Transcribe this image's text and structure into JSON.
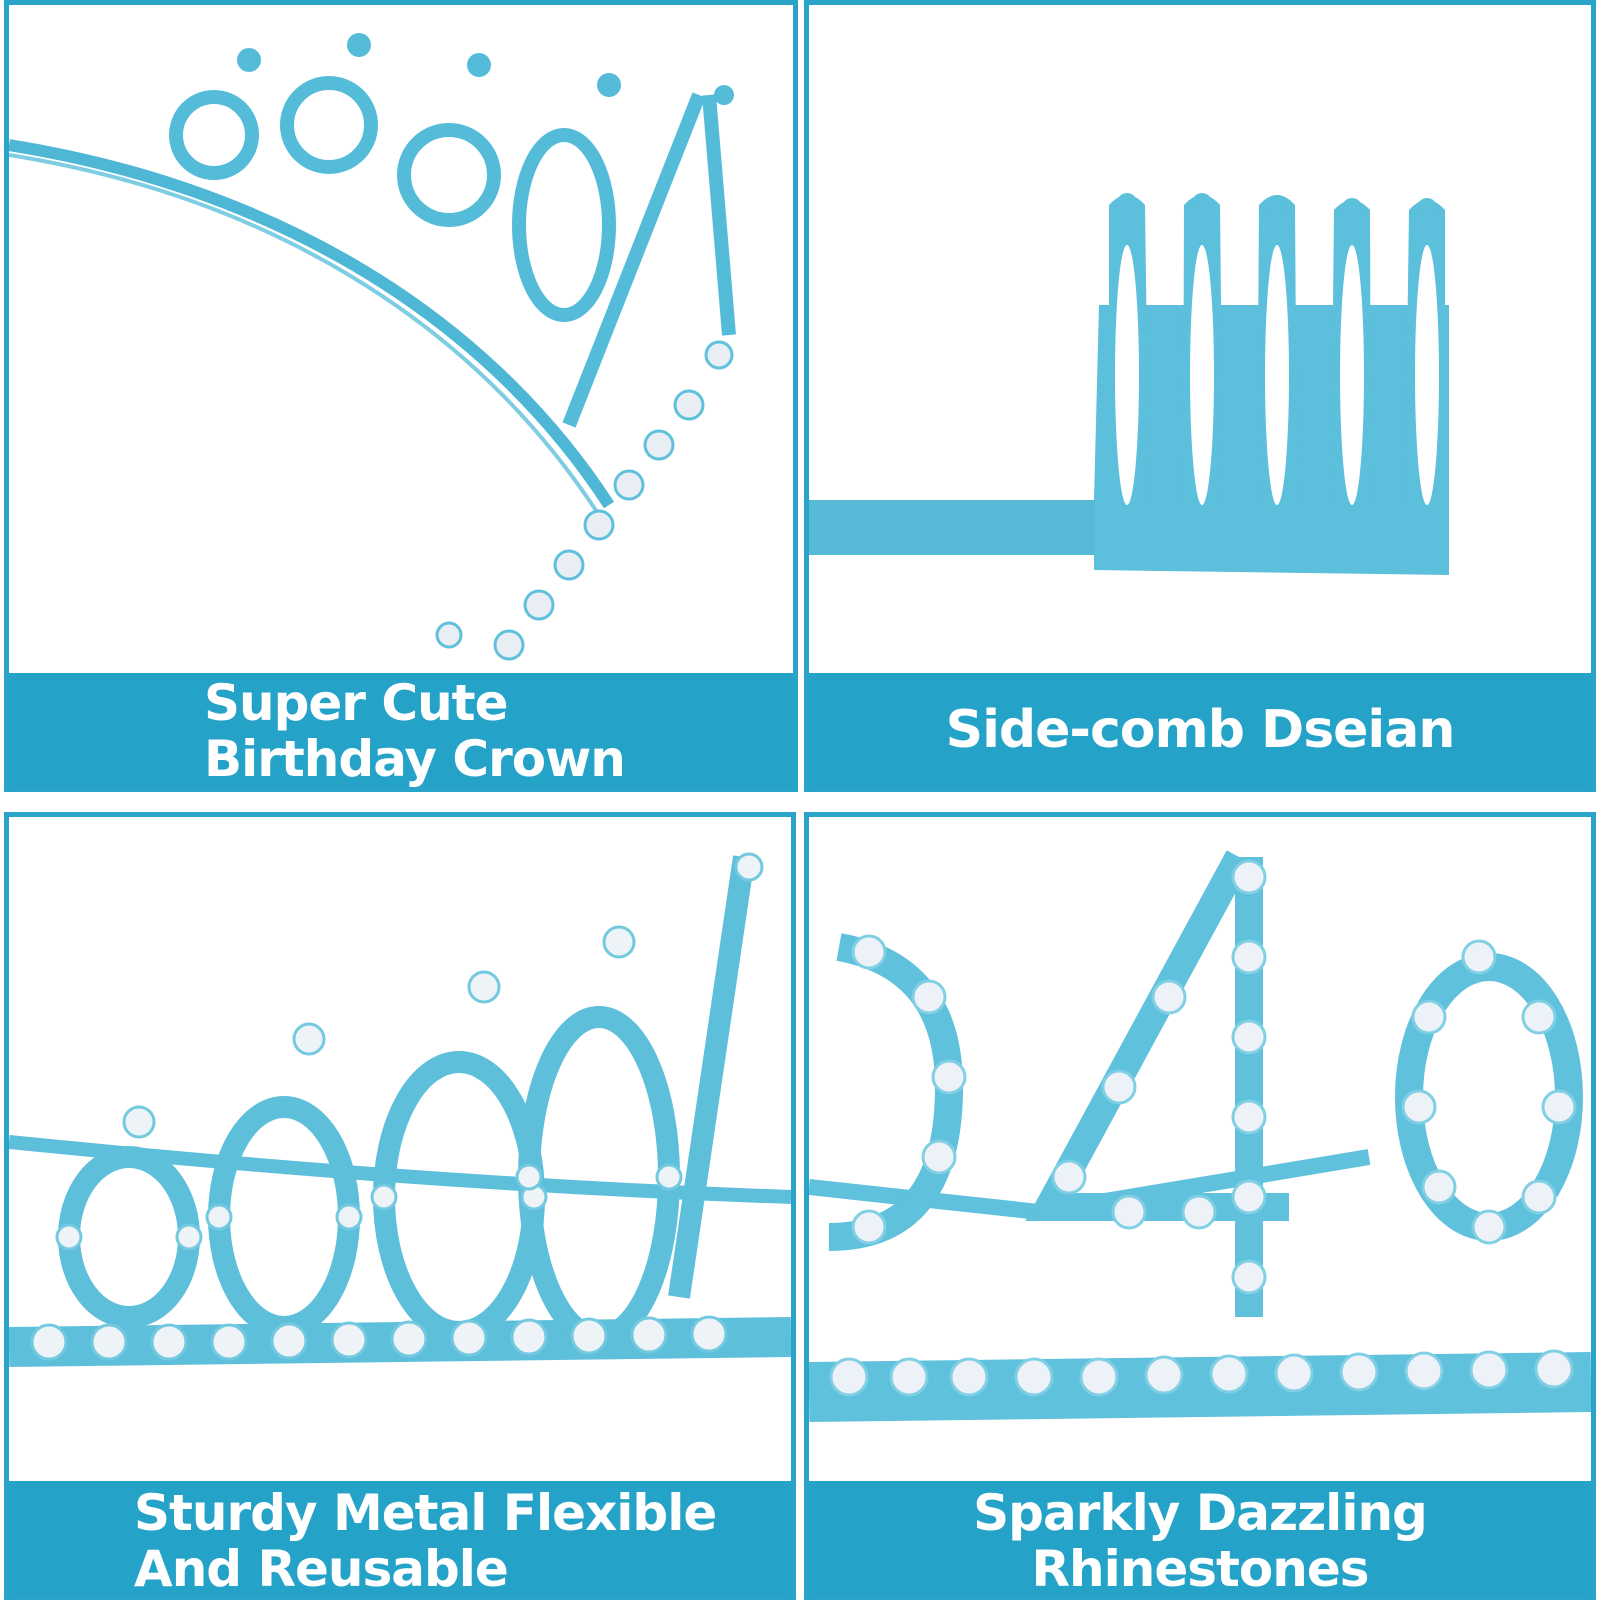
{
  "panels": [
    {
      "caption_line1": "Super Cute",
      "caption_line2": "Birthday Crown",
      "photo": "tiara-back-view"
    },
    {
      "caption": "Side-comb Dseian",
      "photo": "side-comb-closeup"
    },
    {
      "caption_line1": "Sturdy Metal Flexible",
      "caption_line2": "And Reusable",
      "photo": "tiara-rhinestone-front"
    },
    {
      "caption_line1": "Sparkly Dazzling",
      "caption_line2": "Rhinestones",
      "photo": "tiara-number-closeup"
    }
  ],
  "colors": {
    "accent": "#25a2c8",
    "metal": "#5fc1dc",
    "rhinestone": "#e9f1f6"
  }
}
